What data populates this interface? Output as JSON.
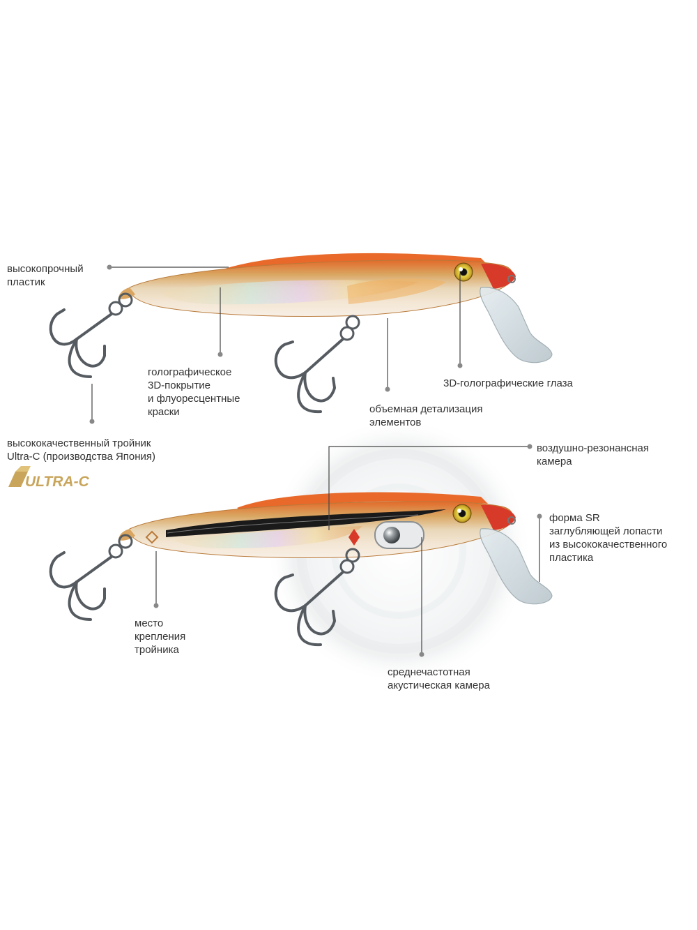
{
  "labels": {
    "high_strength_plastic": [
      "высокопрочный",
      "пластик"
    ],
    "holographic_coating": [
      "голографическое",
      "3D-покрытие",
      "и флуоресцентные",
      "краски"
    ],
    "eyes": [
      "3D-голографические глаза"
    ],
    "detailing": [
      "объемная детализация",
      "элементов"
    ],
    "treble_hook": [
      "высококачественный тройник",
      "Ultra-C (производства Япония)"
    ],
    "air_chamber": [
      "воздушно-резонансная",
      "камера"
    ],
    "sr_lip": [
      "форма SR",
      "заглубляющей лопасти",
      "из высококачественного",
      "пластика"
    ],
    "hook_mount": [
      "место",
      "крепления",
      "тройника"
    ],
    "acoustic_chamber": [
      "среднечастотная",
      "акустическая камера"
    ]
  },
  "logo": {
    "text": "ULTRA-C"
  },
  "colors": {
    "label_text": "#333333",
    "leader_line": "#444444",
    "dot": "#888888",
    "body_orange": "#e8692a",
    "body_gold": "#d9a560",
    "logo_gold": "#c8a55a"
  }
}
